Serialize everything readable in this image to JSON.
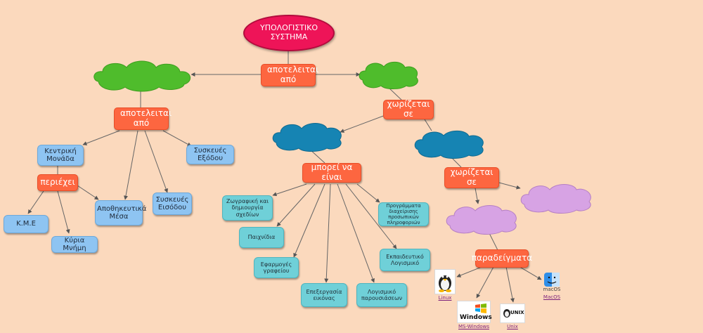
{
  "root": "ΥΠΟΛΟΓΙΣΤΙΚΟ ΣΥΣΤΗΜΑ",
  "links": {
    "consists_top": "αποτελειται από",
    "consists_hw": "αποτελειται από",
    "divided_sw": "χωρίζεται σε",
    "contains": "περιέχει",
    "can_be": "μπορεί να είναι",
    "divided_sys": "χωρίζεται σε",
    "examples": "παραδείγματα"
  },
  "hardware": {
    "central_unit": "Κεντρική Μονάδα",
    "storage": "Αποθηκευτικά Μέσα",
    "input": "Συσκευές Εισόδου",
    "output": "Συσκευές Εξόδου",
    "cpu": "Κ.Μ.Ε",
    "ram": "Κύρια Μνήμη"
  },
  "applications": {
    "drawing": "Ζωγραφική και δημιουργία σχεδίων",
    "games": "Παιχνίδια",
    "office": "Εφαρμογές γραφείου",
    "image": "Επεξεργασία εικόνας",
    "presentation": "Λογισμικό παρουσιάσεων",
    "educational": "Εκπαιδευτικό Λογισμικό",
    "personal_info": "Προγράμματα διαχείρισης προσωπικών πληροφοριών"
  },
  "os_examples": {
    "linux": "Linux",
    "windows": "MS-Windows",
    "unix": "Unix",
    "macos": "MacOS",
    "windows_logo_text": "Windows",
    "unix_logo_text": "UNIX",
    "macos_logo_text": "macOS"
  },
  "colors": {
    "background": "#fbd9bd",
    "root": "#ee1458",
    "link_node": "#fd6640",
    "hardware_node": "#8ec4f2",
    "application_node": "#6fd0d8",
    "cloud_green": "#4fbc2c",
    "cloud_blue": "#1684b3",
    "cloud_lilac": "#d7a3e4"
  }
}
